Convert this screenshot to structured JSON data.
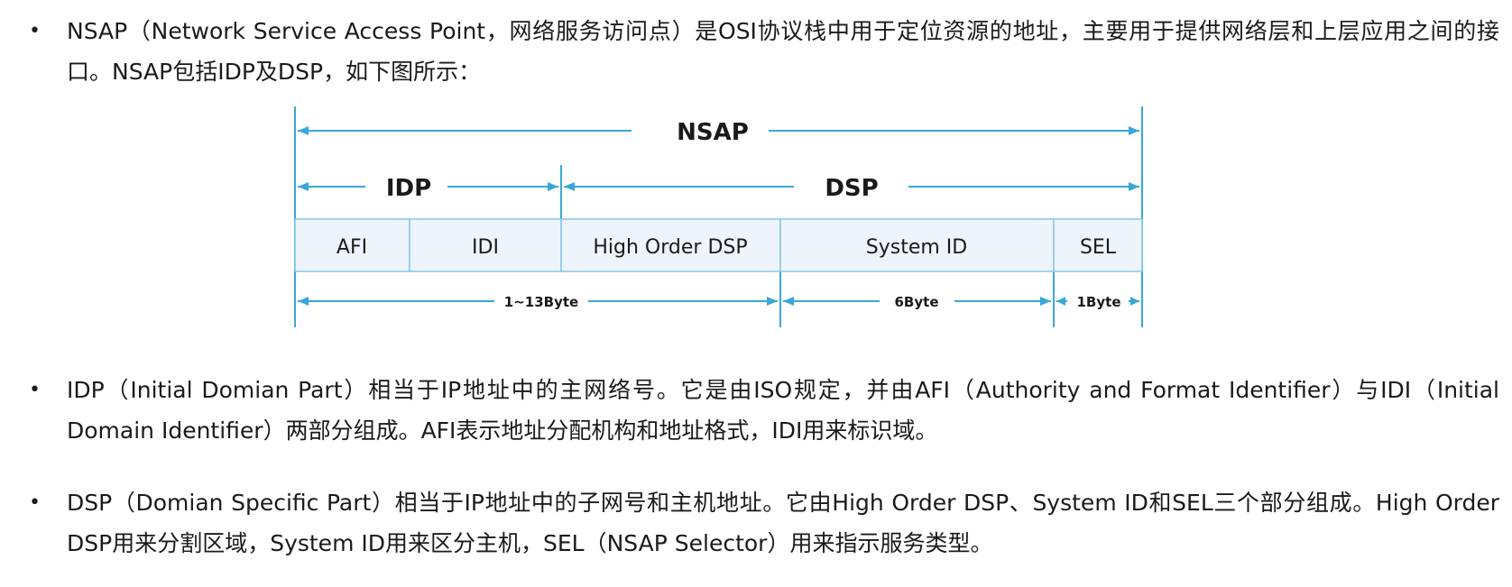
{
  "paragraphs": [
    {
      "bullet": "•",
      "text": "NSAP（Network Service Access Point，网络服务访问点）是OSI协议栈中用于定位资源的地址，主要用于提供网络层和上层应用之间的接口。NSAP包括IDP及DSP，如下图所示："
    },
    {
      "bullet": "•",
      "text": "IDP（Initial Domian Part）相当于IP地址中的主网络号。它是由ISO规定，并由AFI（Authority and Format Identifier）与IDI（Initial Domain Identifier）两部分组成。AFI表示地址分配机构和地址格式，IDI用来标识域。"
    },
    {
      "bullet": "•",
      "text": "DSP（Domian Specific Part）相当于IP地址中的子网号和主机地址。它由High Order DSP、System ID和SEL三个部分组成。High Order DSP用来分割区域，System ID用来区分主机，SEL（NSAP Selector）用来指示服务类型。"
    }
  ],
  "diagram": {
    "top_label": "NSAP",
    "mid_labels": {
      "left": "IDP",
      "right": "DSP"
    },
    "fields": [
      "AFI",
      "IDI",
      "High Order DSP",
      "System ID",
      "SEL"
    ],
    "sizes": [
      "1~13Byte",
      "6Byte",
      "1Byte"
    ],
    "colors": {
      "line": "#3aa7d8",
      "field_bg": "#eef4fb",
      "field_border": "#86c6e6"
    }
  }
}
